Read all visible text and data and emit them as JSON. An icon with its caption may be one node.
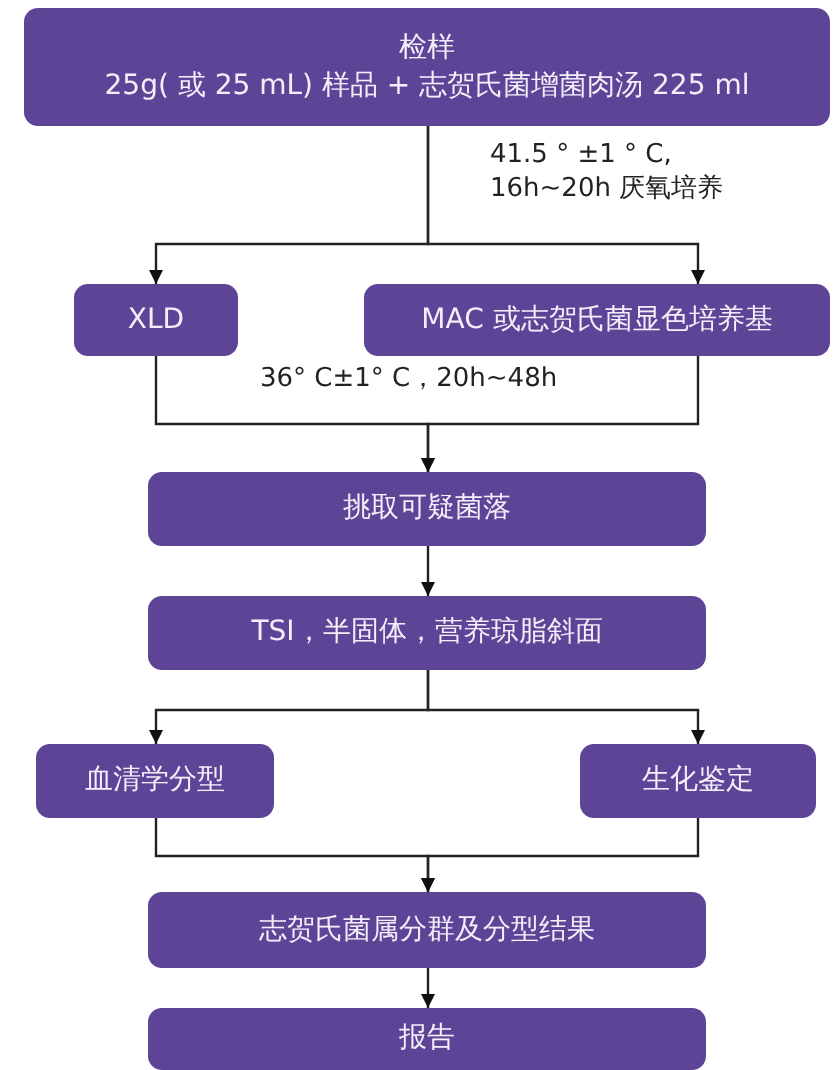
{
  "diagram": {
    "nodes": [
      {
        "text": [
          "检样",
          "25g( 或 25 mL) 样品 + 志贺氏菌增菌肉汤 225 ml"
        ]
      },
      {
        "text": [
          "XLD"
        ]
      },
      {
        "text": [
          "MAC 或志贺氏菌显色培养基"
        ]
      },
      {
        "text": [
          "挑取可疑菌落"
        ]
      },
      {
        "text": [
          "TSI，半固体，营养琼脂斜面"
        ]
      },
      {
        "text": [
          "血清学分型"
        ]
      },
      {
        "text": [
          "生化鉴定"
        ]
      },
      {
        "text": [
          "志贺氏菌属分群及分型结果"
        ]
      },
      {
        "text": [
          "报告"
        ]
      }
    ],
    "edges": [
      {
        "from": 0,
        "to": 1,
        "arrow": "to",
        "label": "41.5 ° ±1 ° C, 16h~20h 厌氧培养"
      },
      {
        "from": 0,
        "to": 2,
        "arrow": "to"
      },
      {
        "from": 1,
        "to": 3,
        "arrow": "to",
        "label": "36° C±1° C，20h~48h"
      },
      {
        "from": 2,
        "to": 3,
        "arrow": "to"
      },
      {
        "from": 3,
        "to": 4,
        "arrow": "to"
      },
      {
        "from": 4,
        "to": 5,
        "arrow": "to"
      },
      {
        "from": 4,
        "to": 6,
        "arrow": "to"
      },
      {
        "from": 5,
        "to": 7,
        "arrow": "to"
      },
      {
        "from": 6,
        "to": 7,
        "arrow": "to"
      },
      {
        "from": 7,
        "to": 8,
        "arrow": "to"
      }
    ]
  }
}
